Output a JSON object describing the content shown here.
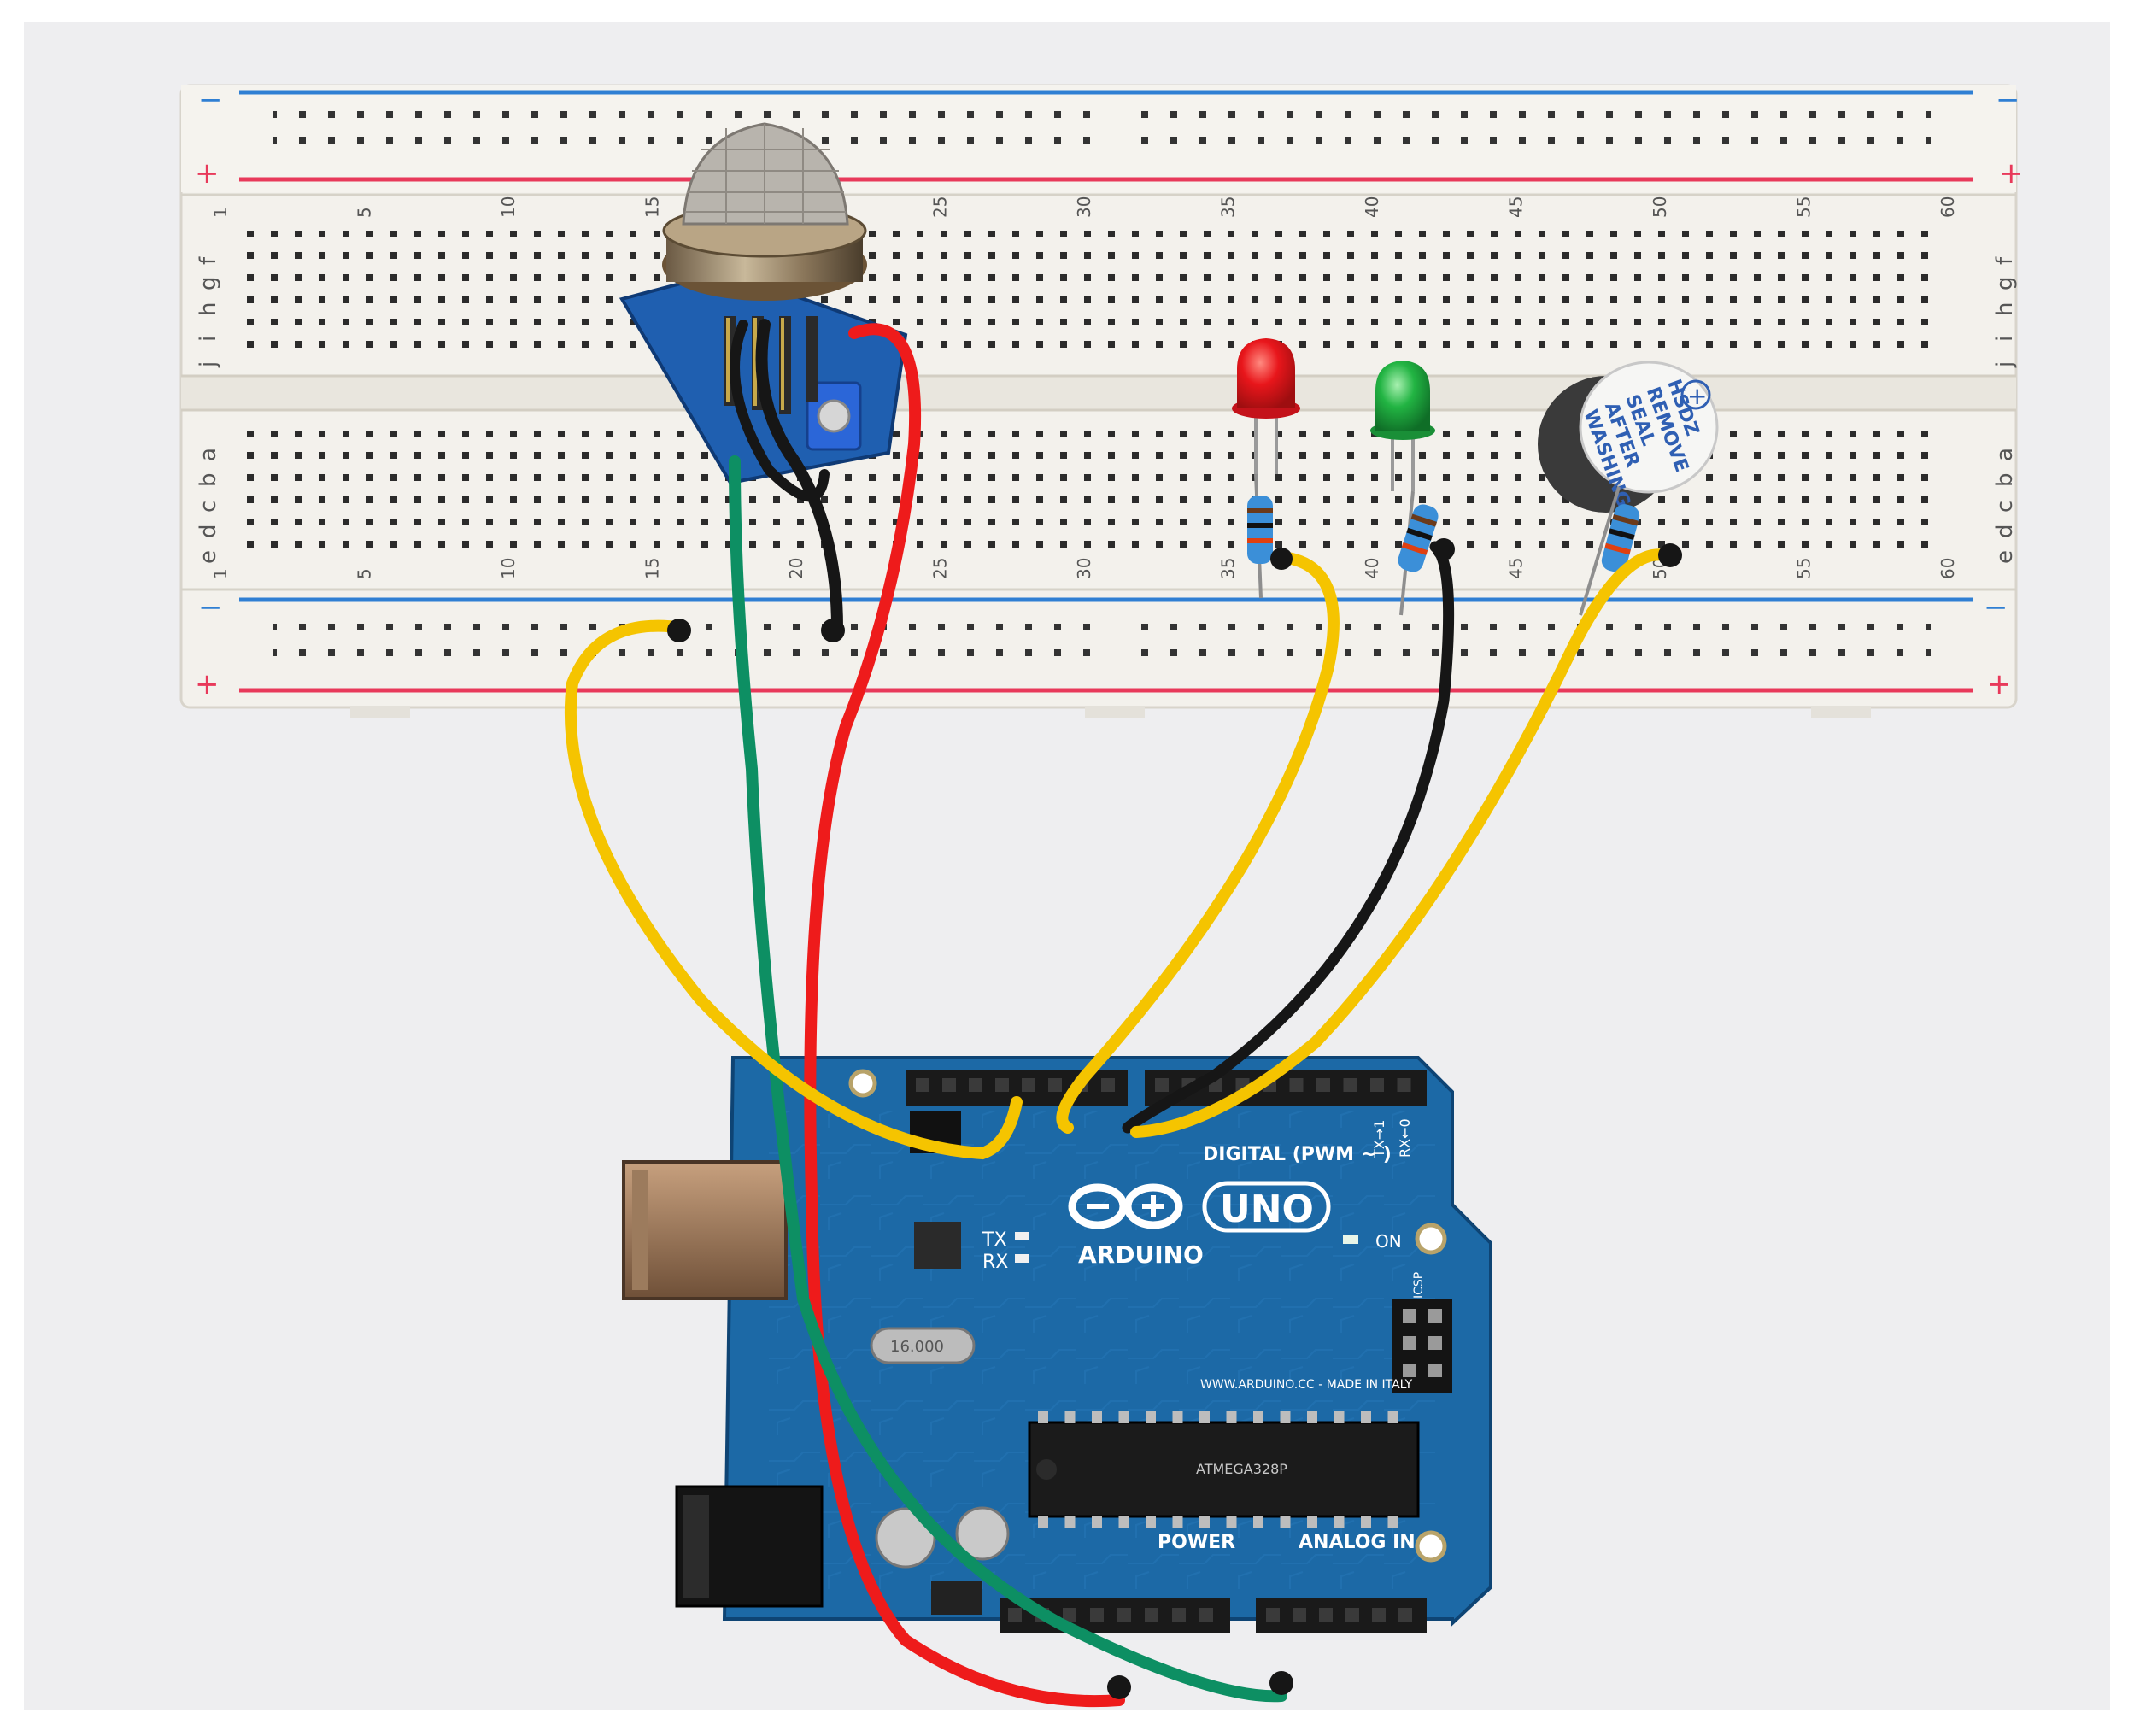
{
  "colors": {
    "background": "#eeeef0",
    "breadboard": "#f3f1ec",
    "rail_red": "#e8395a",
    "rail_blue": "#2f7fd3",
    "board_blue": "#1c69a6",
    "wire_yellow": "#f5c400",
    "wire_red": "#ee1b1b",
    "wire_green": "#0d8f63",
    "wire_black": "#161616",
    "led_red": "#e8161b",
    "led_green": "#22b443"
  },
  "breadboard": {
    "minus_sign": "−",
    "plus_sign": "+",
    "column_numbers": [
      "1",
      "5",
      "10",
      "15",
      "20",
      "25",
      "30",
      "35",
      "40",
      "45",
      "50",
      "55",
      "60"
    ],
    "row_letters_top": [
      "f",
      "g",
      "h",
      "i",
      "j"
    ],
    "row_letters_bottom": [
      "a",
      "b",
      "c",
      "d",
      "e"
    ]
  },
  "buzzer": {
    "sticker_lines": [
      "HSDZ",
      "REMOVE",
      "SEAL",
      "AFTER",
      "WASHING"
    ],
    "pin_mark": "+"
  },
  "arduino": {
    "brand": "ARDUINO",
    "model": "UNO",
    "digital_label": "DIGITAL (PWM ~ )",
    "tx_label": "TX",
    "rx_label": "RX",
    "tx_pin_label": "TX→1",
    "rx_pin_label": "RX←0",
    "on_label": "ON",
    "icsp_label": "ICSP",
    "website": "WWW.ARDUINO.CC - MADE IN ITALY",
    "power_label": "POWER",
    "analog_label": "ANALOG IN",
    "chip_label": "ATMEGA328P",
    "crystal_label": "16.000"
  }
}
